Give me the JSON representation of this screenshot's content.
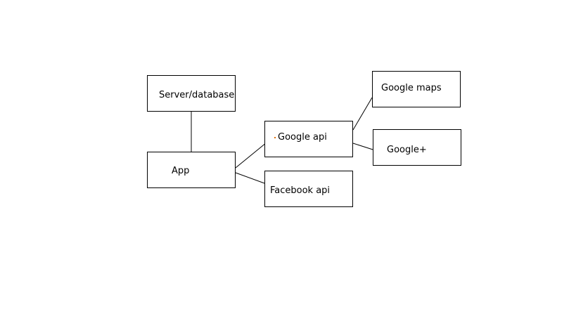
{
  "nodes": {
    "server": "Server/database",
    "app": "App",
    "google_api": "Google api",
    "facebook_api": "Facebook api",
    "google_maps": "Google maps",
    "google_plus": "Google+"
  },
  "edges": [
    {
      "from": "server",
      "to": "app"
    },
    {
      "from": "app",
      "to": "google_api"
    },
    {
      "from": "app",
      "to": "facebook_api"
    },
    {
      "from": "google_api",
      "to": "google_maps"
    },
    {
      "from": "google_api",
      "to": "google_plus"
    }
  ],
  "colors": {
    "line": "#000000",
    "background": "#ffffff"
  }
}
